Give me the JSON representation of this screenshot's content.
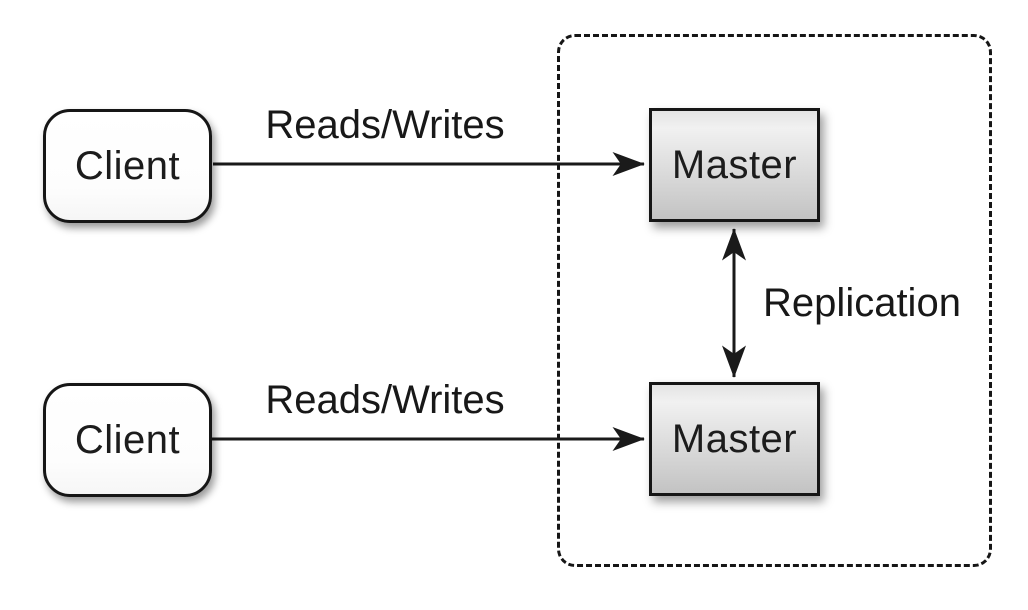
{
  "diagram": {
    "nodes": {
      "client_top": {
        "label": "Client"
      },
      "client_bottom": {
        "label": "Client"
      },
      "master_top": {
        "label": "Master"
      },
      "master_bottom": {
        "label": "Master"
      }
    },
    "edges": {
      "reads_writes_top": {
        "label": "Reads/Writes"
      },
      "reads_writes_bottom": {
        "label": "Reads/Writes"
      },
      "replication": {
        "label": "Replication"
      }
    },
    "colors": {
      "stroke": "#1a1a1a",
      "background": "#ffffff",
      "client_fill": "#ffffff",
      "master_fill_top": "#e4e4e4",
      "master_fill_bottom": "#c3c3c3"
    }
  }
}
